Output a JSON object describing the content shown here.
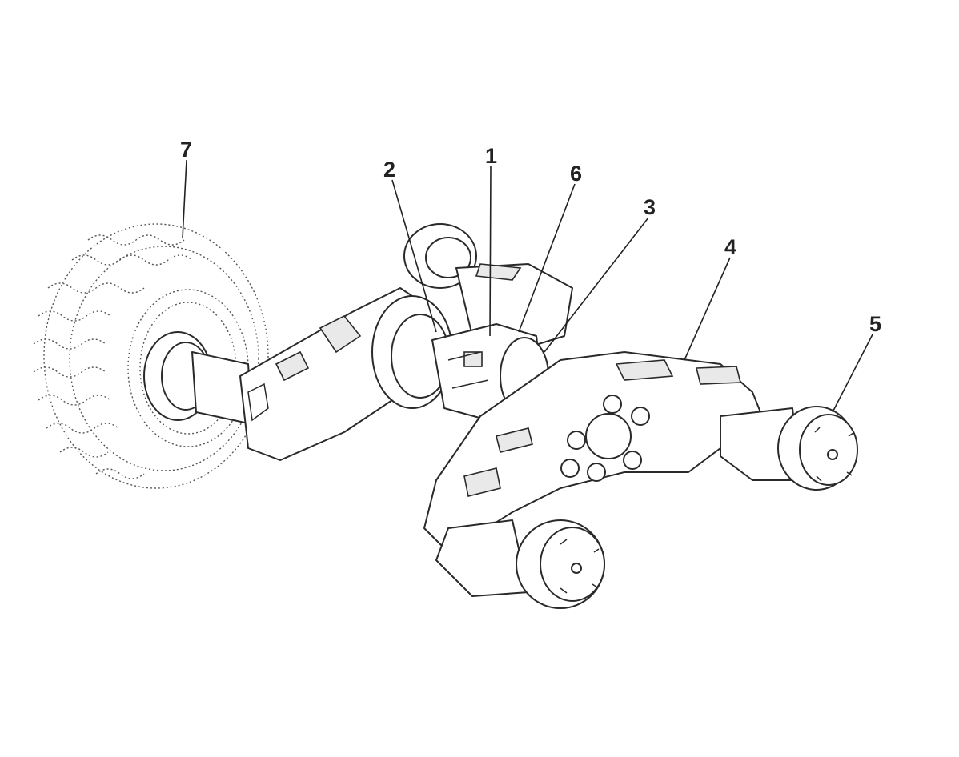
{
  "callouts": [
    {
      "id": "1",
      "label": "1"
    },
    {
      "id": "2",
      "label": "2"
    },
    {
      "id": "3",
      "label": "3"
    },
    {
      "id": "4",
      "label": "4"
    },
    {
      "id": "5",
      "label": "5"
    },
    {
      "id": "6",
      "label": "6"
    },
    {
      "id": "7",
      "label": "7"
    }
  ],
  "colors": {
    "line": "#2a2a2a",
    "background": "#ffffff"
  }
}
